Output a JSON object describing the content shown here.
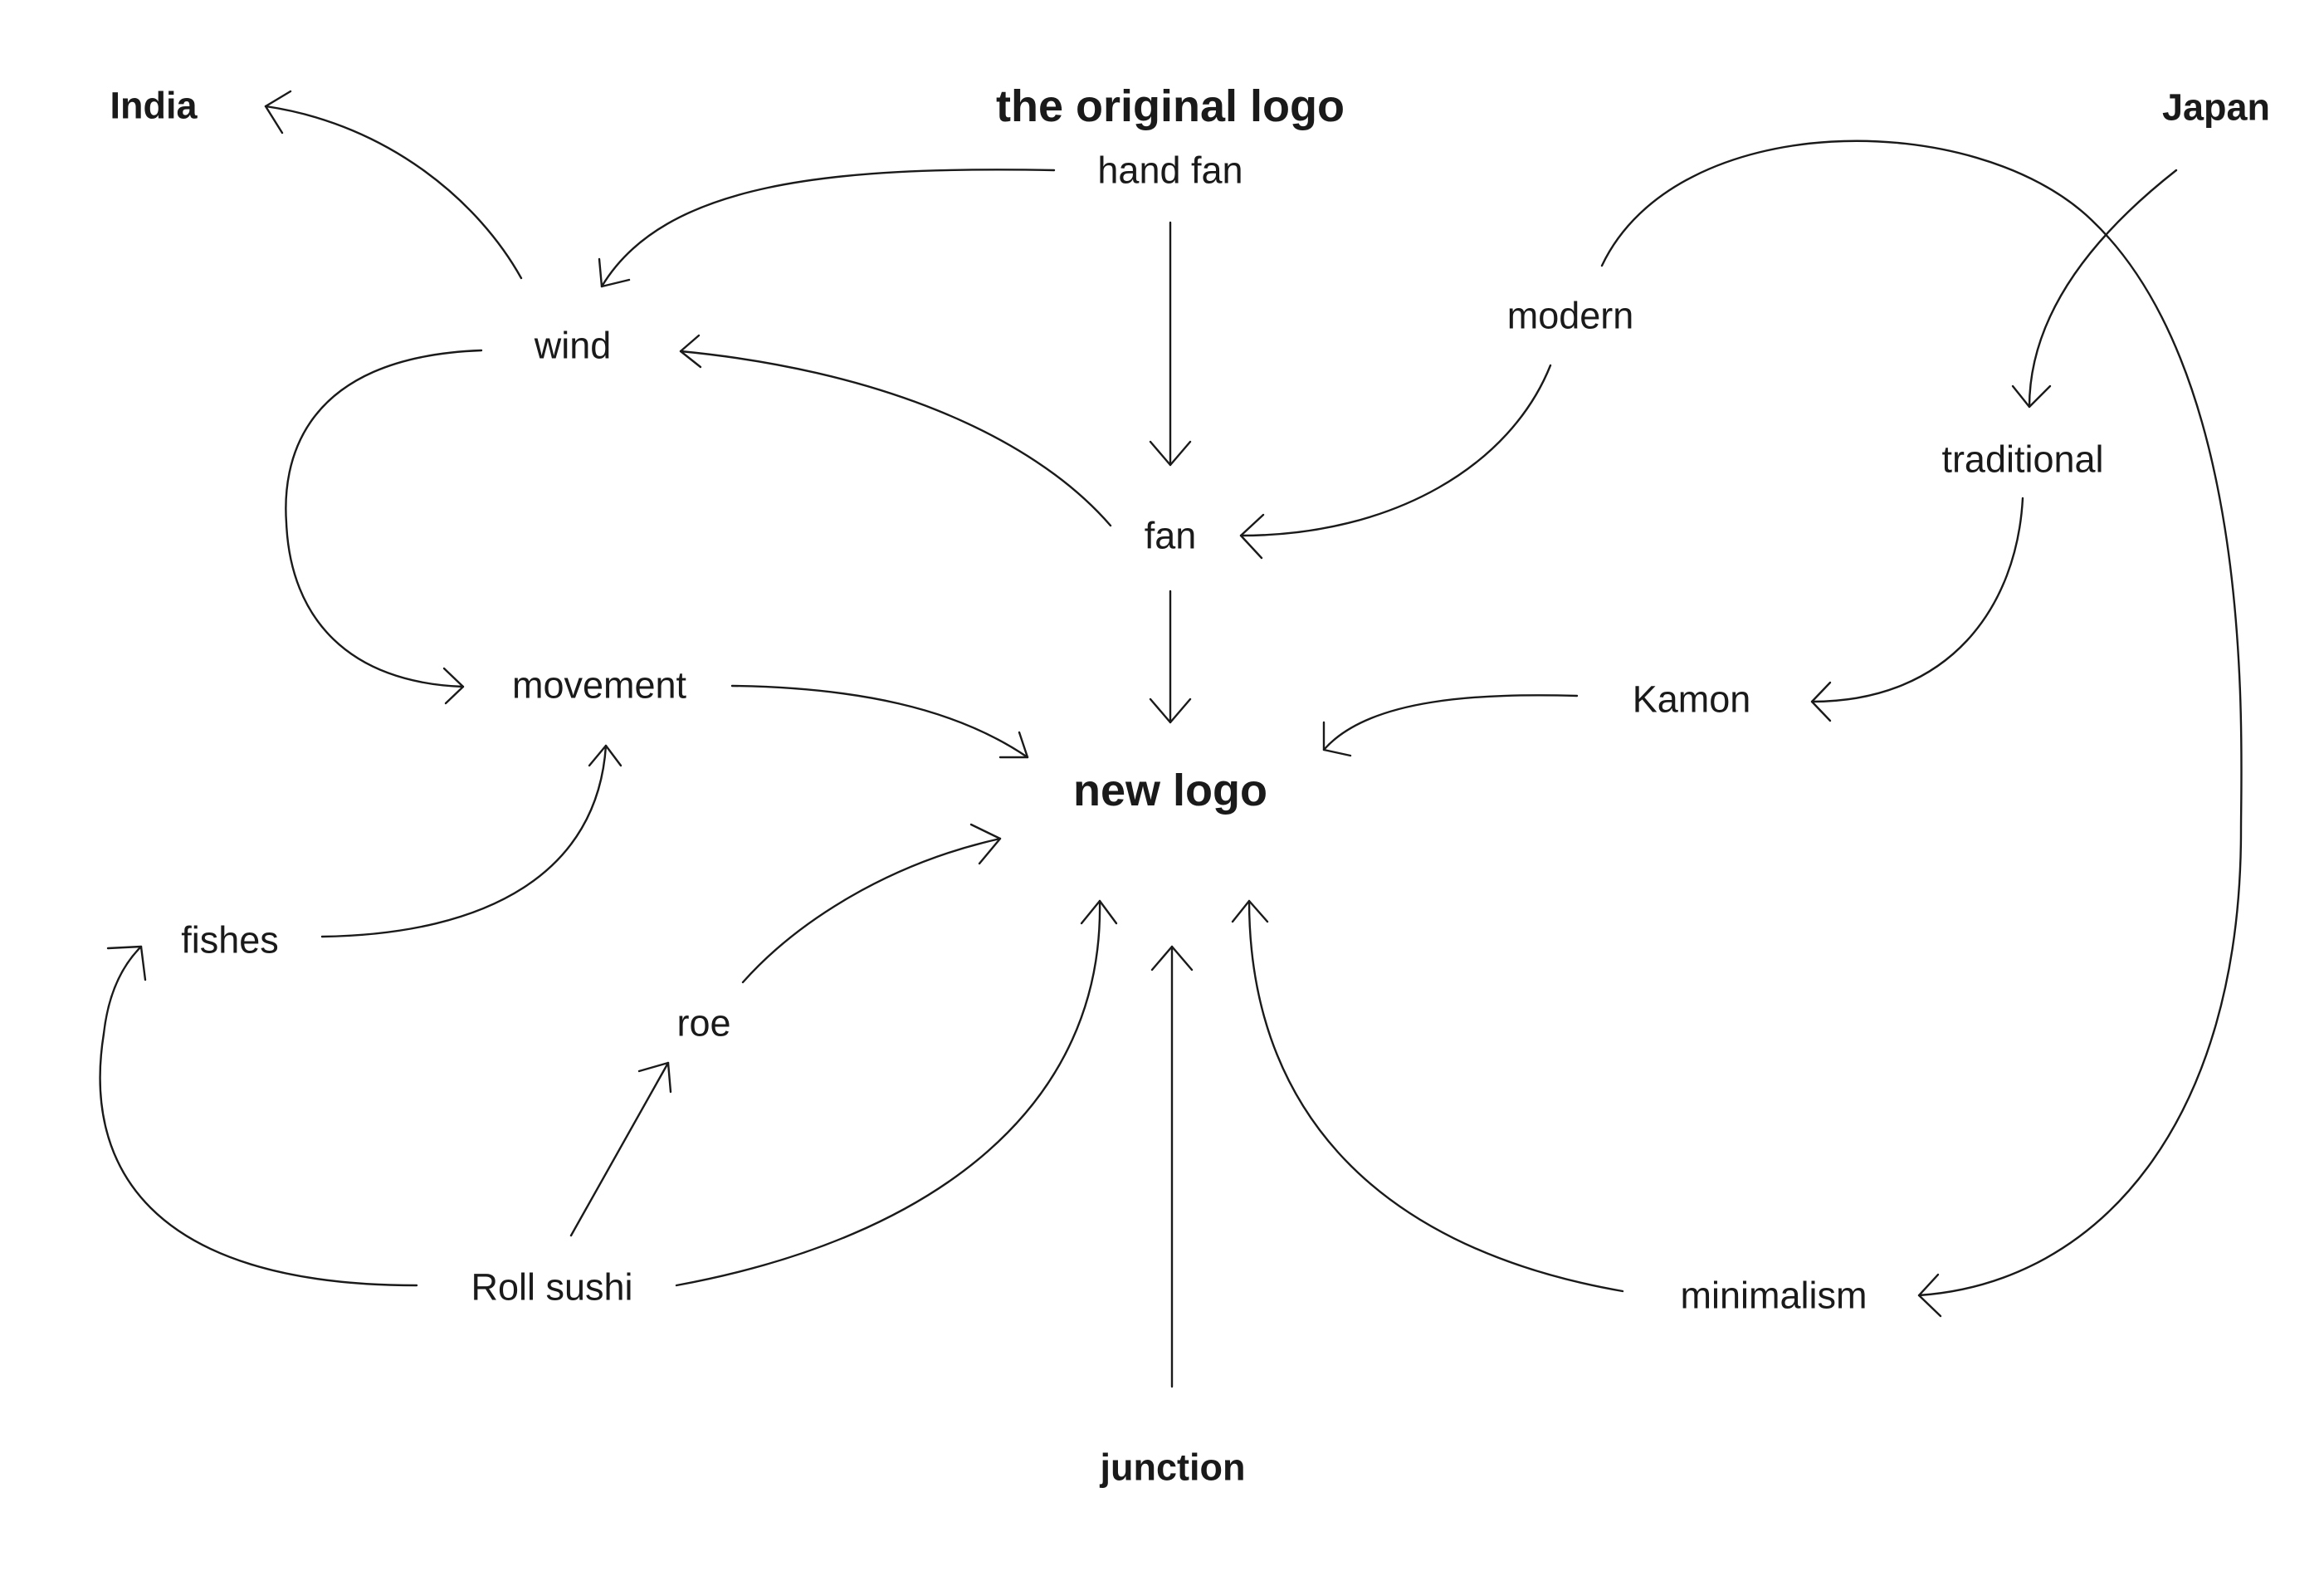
{
  "diagram": {
    "nodes": {
      "india": "India",
      "original_logo": "the original logo",
      "japan": "Japan",
      "hand_fan": "hand fan",
      "wind": "wind",
      "modern": "modern",
      "traditional": "traditional",
      "fan": "fan",
      "movement": "movement",
      "kamon": "Kamon",
      "new_logo": "new logo",
      "fishes": "fishes",
      "roe": "roe",
      "roll_sushi": "Roll sushi",
      "minimalism": "minimalism",
      "junction": "junction"
    },
    "edges": [
      {
        "from": "wind",
        "to": "india"
      },
      {
        "from": "hand_fan",
        "to": "wind"
      },
      {
        "from": "hand_fan",
        "to": "fan"
      },
      {
        "from": "fan",
        "to": "wind"
      },
      {
        "from": "modern",
        "to": "fan"
      },
      {
        "from": "modern",
        "to": "minimalism"
      },
      {
        "from": "japan",
        "to": "traditional"
      },
      {
        "from": "traditional",
        "to": "kamon"
      },
      {
        "from": "wind",
        "to": "movement"
      },
      {
        "from": "movement",
        "to": "new_logo"
      },
      {
        "from": "fan",
        "to": "new_logo"
      },
      {
        "from": "kamon",
        "to": "new_logo"
      },
      {
        "from": "fishes",
        "to": "movement"
      },
      {
        "from": "roll_sushi",
        "to": "fishes"
      },
      {
        "from": "roll_sushi",
        "to": "roe"
      },
      {
        "from": "roe",
        "to": "new_logo"
      },
      {
        "from": "roll_sushi",
        "to": "new_logo"
      },
      {
        "from": "junction",
        "to": "new_logo"
      },
      {
        "from": "minimalism",
        "to": "new_logo"
      }
    ]
  }
}
